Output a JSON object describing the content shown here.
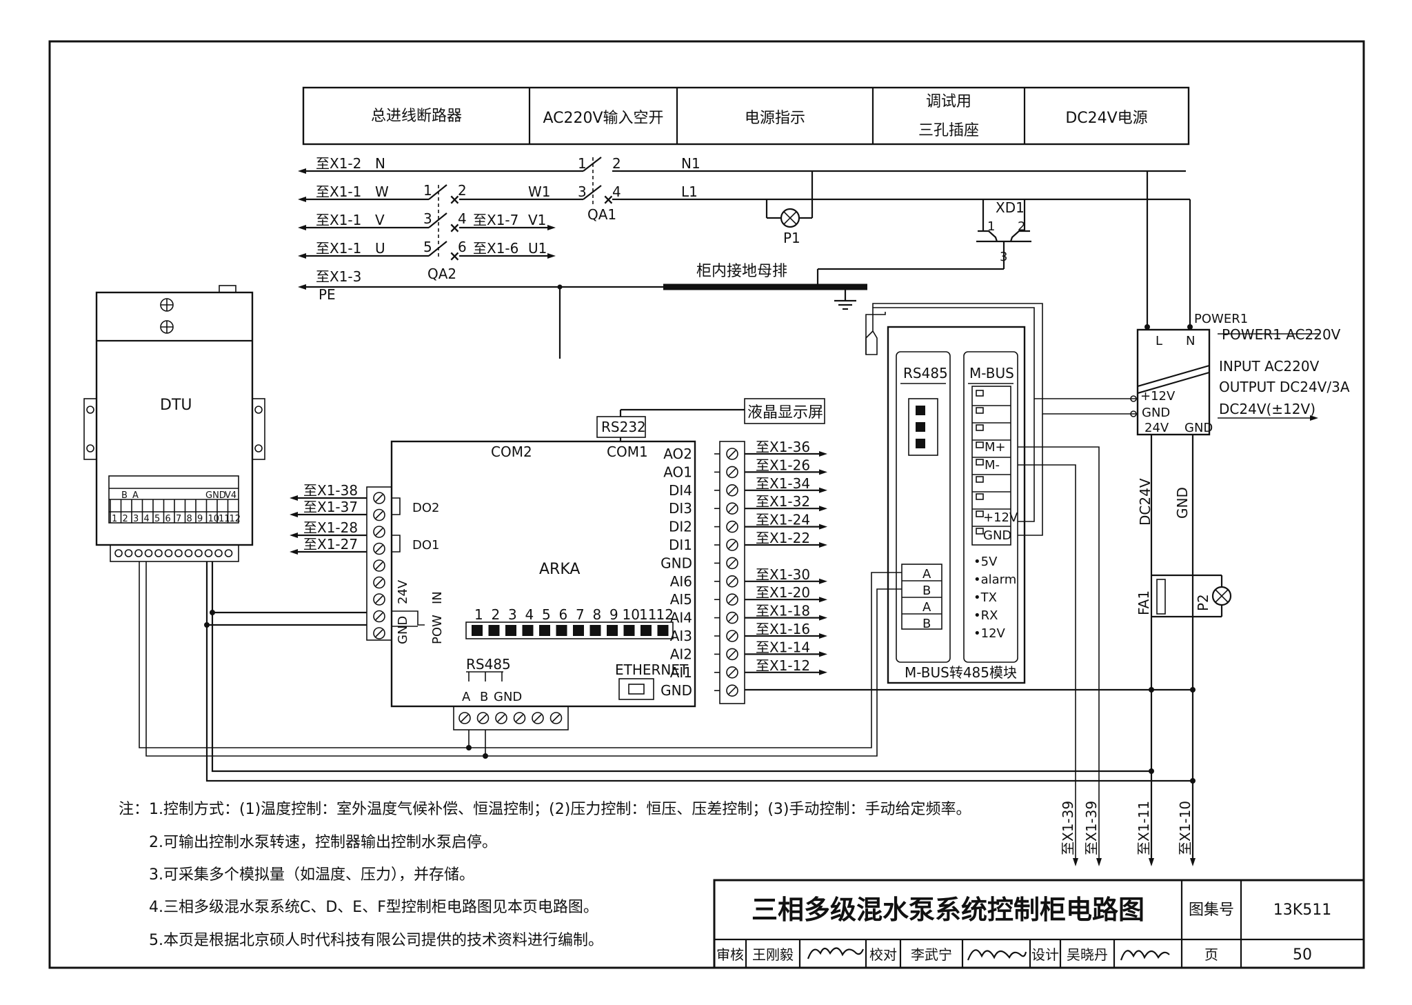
{
  "header": {
    "main_breaker": "总进线断路器",
    "ac_input_switch": "AC220V输入空开",
    "power_indicator": "电源指示",
    "debug_socket_line1": "调试用",
    "debug_socket_line2": "三孔插座",
    "dc_supply": "DC24V电源"
  },
  "power_lines": {
    "n_to": "至X1-2",
    "n": "N",
    "w_to": "至X1-1",
    "w": "W",
    "v_to": "至X1-1",
    "v": "V",
    "u_to": "至X1-1",
    "u": "U",
    "pe_to": "至X1-3",
    "pe": "PE",
    "v1_to": "至X1-7",
    "v1": "V1",
    "u1_to": "至X1-6",
    "u1": "U1",
    "w1": "W1",
    "n1": "N1",
    "l1": "L1",
    "qa1": "QA1",
    "qa2": "QA2",
    "p1": "P1",
    "xd1": "XD1",
    "ground_bar": "柜内接地母排"
  },
  "pin_numbers": {
    "one": "1",
    "two": "2",
    "three": "3",
    "four": "4",
    "five": "5",
    "six": "6"
  },
  "dtu": {
    "label": "DTU",
    "b": "B",
    "a": "A",
    "gnd": "GND",
    "v4": "V4",
    "pins": [
      "1",
      "2",
      "3",
      "4",
      "5",
      "6",
      "7",
      "8",
      "9",
      "10",
      "11",
      "12"
    ]
  },
  "arka": {
    "label": "ARKA",
    "com2": "COM2",
    "com1": "COM1",
    "rs232": "RS232",
    "lcd": "液晶显示屏",
    "rs485": "RS485",
    "a": "A",
    "b": "B",
    "gnd": "GND",
    "ethernet": "ETHERNET",
    "do2": "DO2",
    "do1": "DO1",
    "v24": "24V",
    "in": "IN",
    "gnd_left": "GND",
    "pow": "POW",
    "left_targets": [
      "至X1-38",
      "至X1-37",
      "至X1-28",
      "至X1-27"
    ],
    "slots": [
      "1",
      "2",
      "3",
      "4",
      "5",
      "6",
      "7",
      "8",
      "9",
      "10",
      "11",
      "12"
    ],
    "right_terminals": [
      "AO2",
      "AO1",
      "DI4",
      "DI3",
      "DI2",
      "DI1",
      "GND",
      "AI6",
      "AI5",
      "AI4",
      "AI3",
      "AI2",
      "AI1",
      "GND"
    ],
    "right_targets": [
      "至X1-36",
      "至X1-26",
      "至X1-34",
      "至X1-32",
      "至X1-24",
      "至X1-22",
      "至X1-30",
      "至X1-20",
      "至X1-18",
      "至X1-16",
      "至X1-14",
      "至X1-12"
    ]
  },
  "module": {
    "rs485": "RS485",
    "mbus": "M-BUS",
    "mplus": "M+",
    "mminus": "M-",
    "p12": "+12V",
    "gnd": "GND",
    "a": "A",
    "b": "B",
    "status": [
      "•5V",
      "•alarm",
      "•TX",
      "•RX",
      "•12V"
    ],
    "caption": "M-BUS转485模块"
  },
  "psu": {
    "power1": "POWER1",
    "power1_ac": "POWER1 AC220V",
    "l": "L",
    "n": "N",
    "input": "INPUT AC220V",
    "output": "OUTPUT DC24V/3A",
    "dc": "DC24V(±12V)",
    "p12v": "+12V",
    "gnd": "GND",
    "v24": "24V",
    "gnd2": "GND",
    "dc24v_wire": "DC24V",
    "gnd_wire": "GND",
    "fa1": "FA1",
    "p2": "P2"
  },
  "bottom_targets": [
    "至X1-39",
    "至X1-39",
    "至X1-11",
    "至X1-10"
  ],
  "notes": [
    "注：1.控制方式：(1)温度控制：室外温度气候补偿、恒温控制；(2)压力控制：恒压、压差控制；(3)手动控制：手动给定频率。",
    "2.可输出控制水泵转速，控制器输出控制水泵启停。",
    "3.可采集多个模拟量（如温度、压力），并存储。",
    "4.三相多级混水泵系统C、D、E、F型控制柜电路图见本页电路图。",
    "5.本页是根据北京硕人时代科技有限公司提供的技术资料进行编制。"
  ],
  "title_block": {
    "title": "三相多级混水泵系统控制柜电路图",
    "atlas_label": "图集号",
    "atlas_no": "13K511",
    "review": "审核",
    "reviewer": "王刚毅",
    "check": "校对",
    "checker": "李武宁",
    "design": "设计",
    "designer": "吴晓丹",
    "page_label": "页",
    "page_no": "50"
  }
}
